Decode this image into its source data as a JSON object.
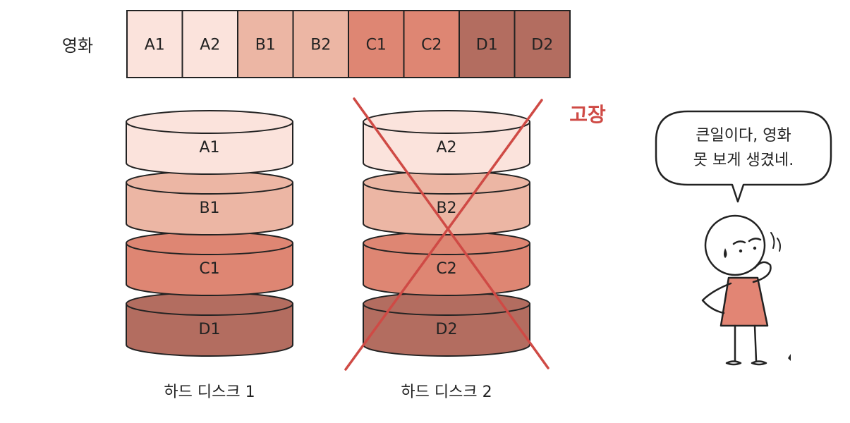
{
  "movie": {
    "label": "영화",
    "blocks": [
      "A1",
      "A2",
      "B1",
      "B2",
      "C1",
      "C2",
      "D1",
      "D2"
    ]
  },
  "disk1": {
    "caption": "하드 디스크 1",
    "layers": [
      "A1",
      "B1",
      "C1",
      "D1"
    ]
  },
  "disk2": {
    "caption": "하드 디스크 2",
    "layers": [
      "A2",
      "B2",
      "C2",
      "D2"
    ],
    "status": "고장"
  },
  "speech": {
    "line1": "큰일이다, 영화",
    "line2": "못 보게 생겼네."
  },
  "colors": {
    "a": "#fbe3dc",
    "b": "#ecb6a4",
    "c": "#de8673",
    "d": "#b36d60",
    "broken": "#cf4a45",
    "dress": "#e28574",
    "outline": "#222222"
  }
}
